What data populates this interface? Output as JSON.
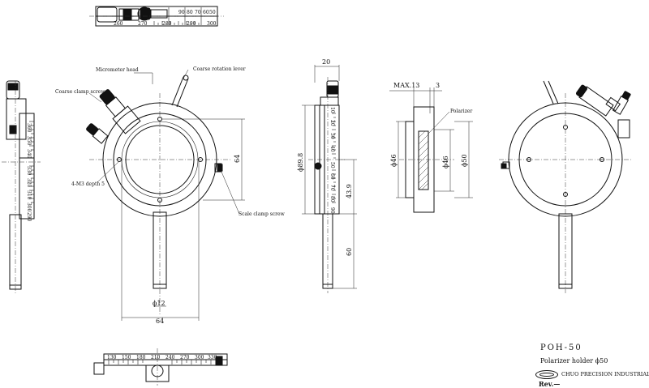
{
  "labels": {
    "micrometer_head": "Micrometer head",
    "coarse_rotation_lever": "Coarse rotation lever",
    "coarse_clamp_screw": "Coarse clamp screw",
    "tapped_holes": "4-M3 depth 5",
    "scale_clamp_screw": "Scale clamp screw",
    "polarizer": "Polarizer"
  },
  "dimensions": {
    "front_width": "64",
    "front_height": "64",
    "post_diameter": "ϕ12",
    "side_width": "20",
    "side_outer_dia": "ϕ89.8",
    "side_center_height": "43.9",
    "side_post_length": "60",
    "section_max": "MAX.13",
    "section_3": "3",
    "section_dia_left": "ϕ46",
    "section_dia_inner": "ϕ46",
    "section_dia_outer": "ϕ50"
  },
  "scale_top": {
    "upper": [
      "90",
      "80",
      "70",
      "60",
      "50"
    ],
    "lower": [
      "260",
      "270",
      "280",
      "290",
      "300"
    ]
  },
  "scale_bottom": [
    "130",
    "150",
    "180",
    "210",
    "240",
    "270",
    "300",
    "330"
  ],
  "scale_left": [
    "360",
    "350",
    "340",
    "330",
    "320",
    "310",
    "300",
    "290"
  ],
  "scale_side": [
    "10",
    "20",
    "30",
    "40",
    "50",
    "60",
    "70",
    "80",
    "90"
  ],
  "title_block": {
    "model": "POH-50",
    "name": "Polarizer holder ϕ50",
    "company": "CHUO PRECISION INDUSTRIAL CO.,LTD.",
    "rev": "Rev.—"
  }
}
